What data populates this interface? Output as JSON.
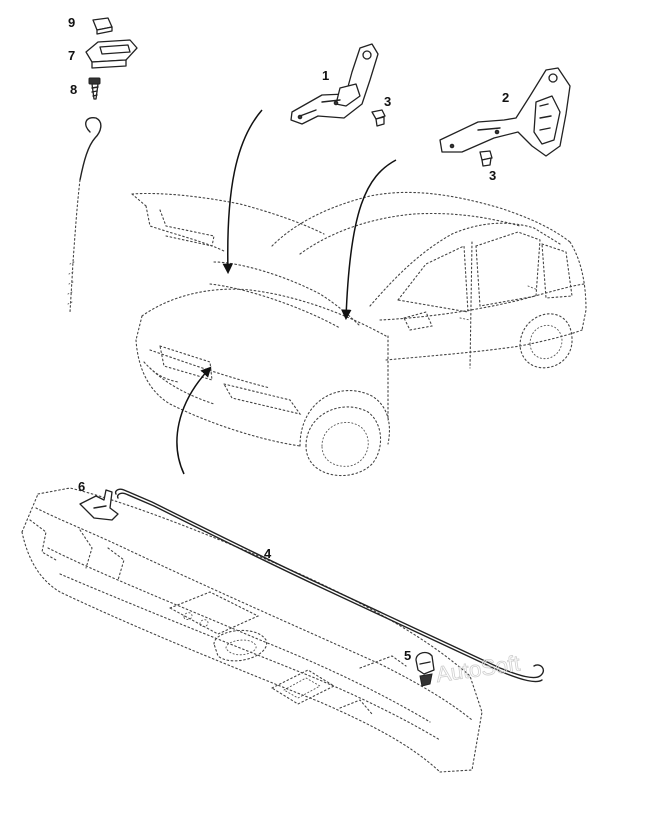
{
  "callouts": {
    "c1": "1",
    "c2": "2",
    "c3a": "3",
    "c3b": "3",
    "c4": "4",
    "c5": "5",
    "c6": "6",
    "c7": "7",
    "c8": "8",
    "c9": "9"
  },
  "watermark": "AutoSoft"
}
